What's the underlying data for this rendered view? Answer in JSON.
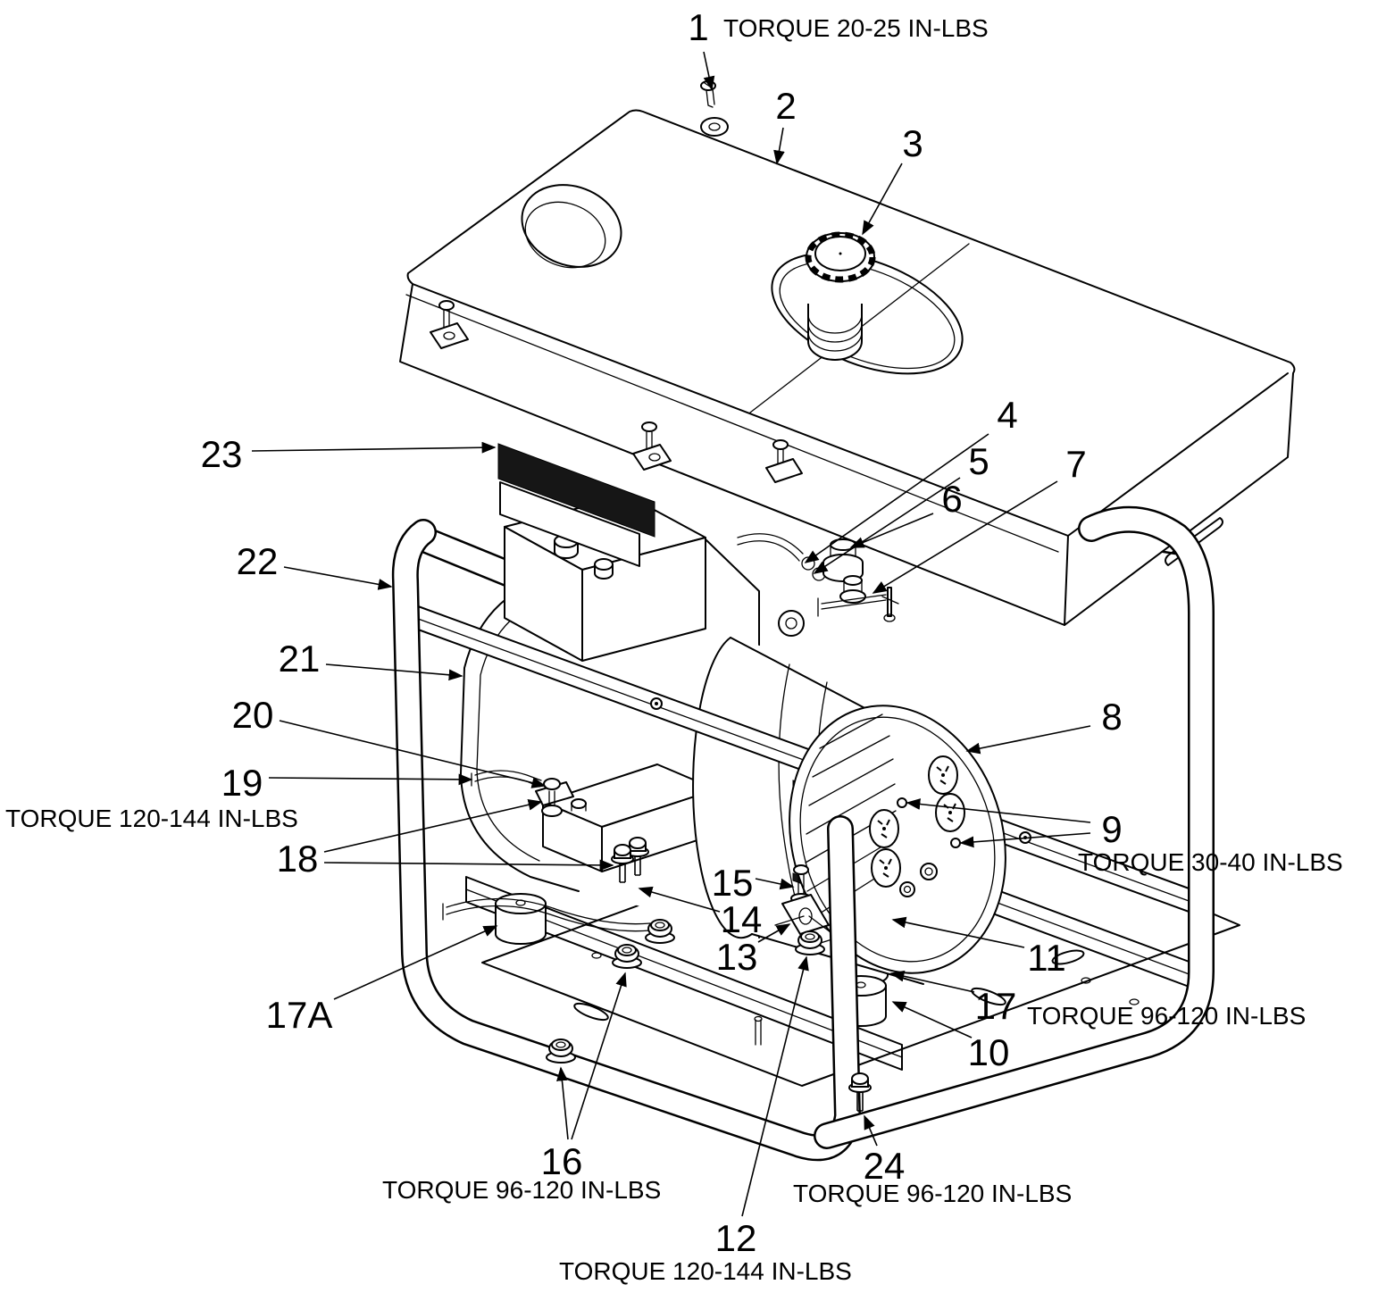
{
  "figure": {
    "kind": "exploded-parts-diagram",
    "subject": "portable generator",
    "background_color": "#ffffff",
    "line_color": "#000000"
  },
  "callouts": [
    {
      "id": "1",
      "torque": "TORQUE 20-25 IN-LBS"
    },
    {
      "id": "2"
    },
    {
      "id": "3"
    },
    {
      "id": "4"
    },
    {
      "id": "5"
    },
    {
      "id": "6"
    },
    {
      "id": "7"
    },
    {
      "id": "8"
    },
    {
      "id": "9",
      "torque": "TORQUE 30-40 IN-LBS"
    },
    {
      "id": "10"
    },
    {
      "id": "11"
    },
    {
      "id": "12",
      "torque": "TORQUE 120-144 IN-LBS"
    },
    {
      "id": "13"
    },
    {
      "id": "14"
    },
    {
      "id": "15"
    },
    {
      "id": "16",
      "torque": "TORQUE 96-120 IN-LBS"
    },
    {
      "id": "17",
      "torque": "TORQUE 96-120 IN-LBS"
    },
    {
      "id": "17A"
    },
    {
      "id": "18"
    },
    {
      "id": "19",
      "torque": "TORQUE 120-144 IN-LBS"
    },
    {
      "id": "20"
    },
    {
      "id": "21"
    },
    {
      "id": "22"
    },
    {
      "id": "23"
    },
    {
      "id": "24",
      "torque": "TORQUE 96-120 IN-LBS"
    }
  ]
}
